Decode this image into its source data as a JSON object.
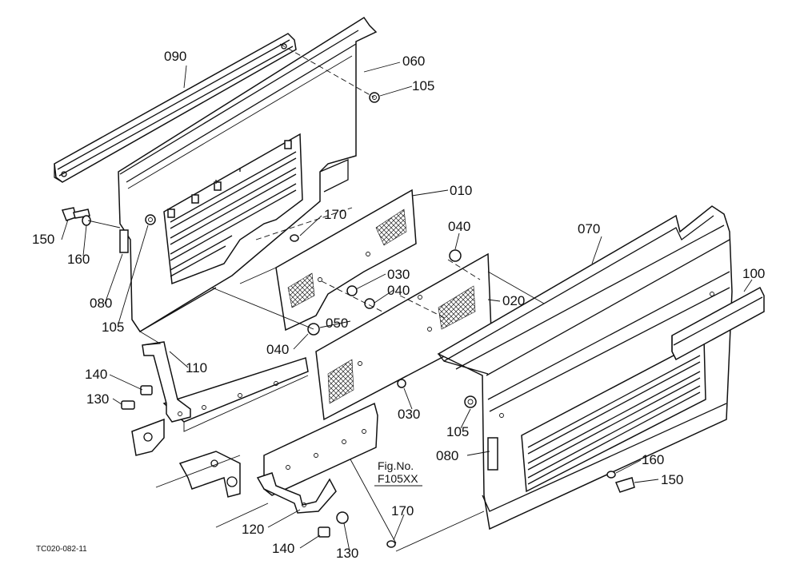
{
  "figure_number": {
    "label": "Fig.No.",
    "value": "F105XX"
  },
  "drawing_code": "TC020-082-11",
  "callouts": [
    {
      "id": "090",
      "text": "090"
    },
    {
      "id": "060",
      "text": "060"
    },
    {
      "id": "105a",
      "text": "105"
    },
    {
      "id": "010",
      "text": "010"
    },
    {
      "id": "170a",
      "text": "170"
    },
    {
      "id": "150a",
      "text": "150"
    },
    {
      "id": "160a",
      "text": "160"
    },
    {
      "id": "080a",
      "text": "080"
    },
    {
      "id": "105b",
      "text": "105"
    },
    {
      "id": "040a",
      "text": "040"
    },
    {
      "id": "070",
      "text": "070"
    },
    {
      "id": "100",
      "text": "100"
    },
    {
      "id": "030a",
      "text": "030"
    },
    {
      "id": "040b",
      "text": "040"
    },
    {
      "id": "020",
      "text": "020"
    },
    {
      "id": "050",
      "text": "050"
    },
    {
      "id": "040c",
      "text": "040"
    },
    {
      "id": "110",
      "text": "110"
    },
    {
      "id": "140a",
      "text": "140"
    },
    {
      "id": "130a",
      "text": "130"
    },
    {
      "id": "030b",
      "text": "030"
    },
    {
      "id": "105c",
      "text": "105"
    },
    {
      "id": "080b",
      "text": "080"
    },
    {
      "id": "160b",
      "text": "160"
    },
    {
      "id": "150b",
      "text": "150"
    },
    {
      "id": "170b",
      "text": "170"
    },
    {
      "id": "120",
      "text": "120"
    },
    {
      "id": "140b",
      "text": "140"
    },
    {
      "id": "130b",
      "text": "130"
    }
  ]
}
